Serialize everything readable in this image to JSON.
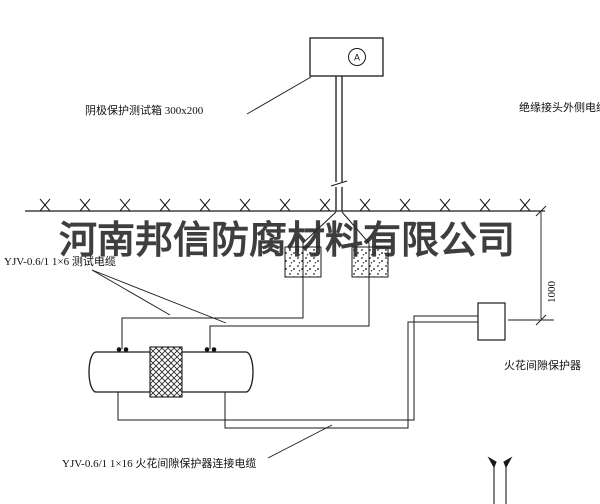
{
  "watermark": "河南邦信防腐材料有限公司",
  "meter": {
    "label": "A"
  },
  "labels": {
    "test_box": "阴极保护测试箱 300x200",
    "outside_cable": "绝缘接头外侧电缆",
    "test_cable": "YJV-0.6/1 1×6  测试电缆",
    "spark_gap": "火花间隙保护器",
    "bottom_cable": "YJV-0.6/1 1×16  火花间隙保护器连接电缆"
  },
  "dimension": {
    "value": "1000"
  },
  "colors": {
    "line": "#1a1a1a",
    "background": "#ffffff"
  }
}
